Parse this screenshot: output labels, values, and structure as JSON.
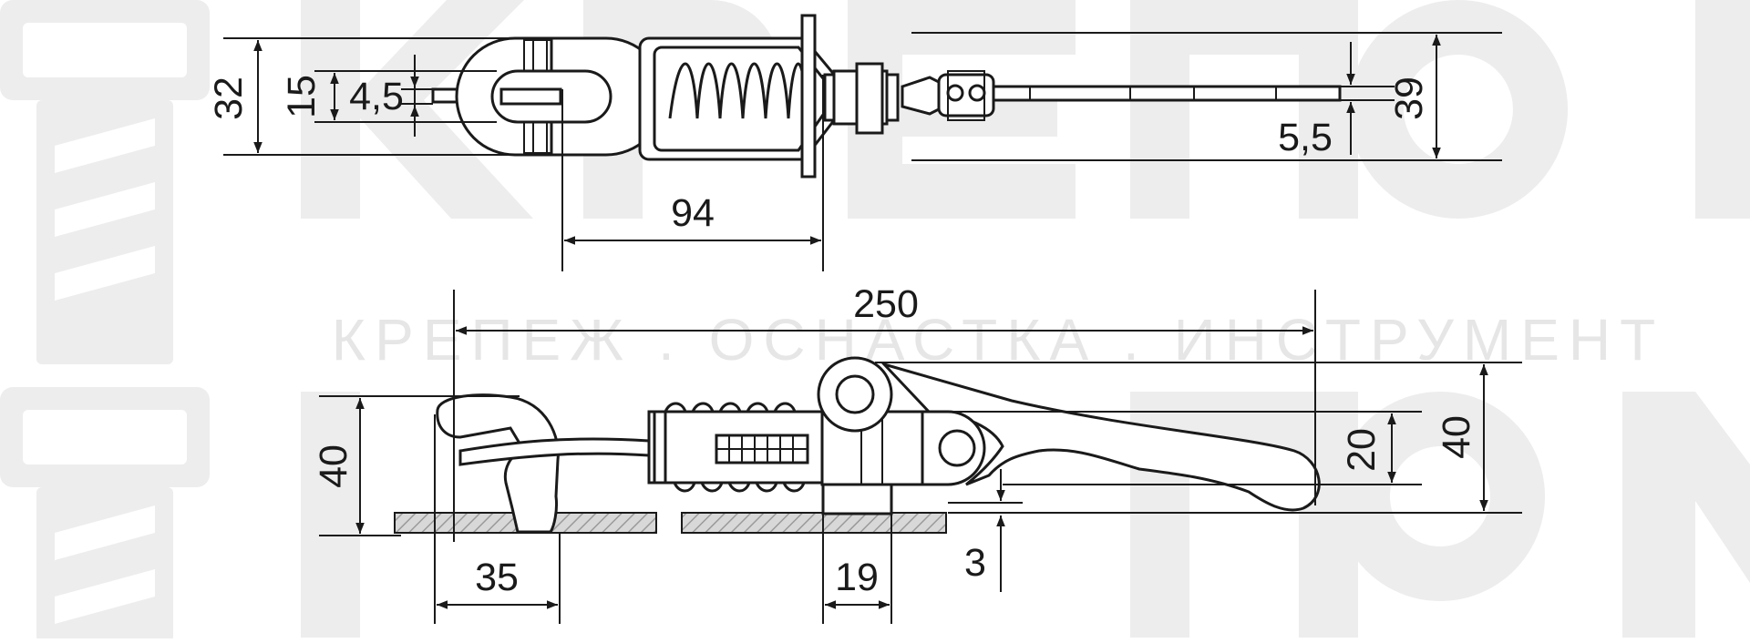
{
  "watermark": {
    "brand": "КРЕПКОМ",
    "tagline": "КРЕПЕЖ . ОСНАСТКА . ИНСТРУМЕНТ"
  },
  "top_view": {
    "dimensions": {
      "overall_height": "32",
      "slot_outer": "15",
      "slot_width": "4,5",
      "slot_to_mount": "94",
      "plate_thickness": "5,5",
      "body_height": "39"
    }
  },
  "side_view": {
    "dimensions": {
      "overall_length": "250",
      "hook_height": "40",
      "hook_base_width": "35",
      "bracket_width": "19",
      "base_thickness": "3",
      "lever_pivot_height": "20",
      "overall_height": "40"
    }
  },
  "colors": {
    "line": "#1a1a1a",
    "watermark": "#ededed",
    "hatch": "#9a9a9a"
  }
}
